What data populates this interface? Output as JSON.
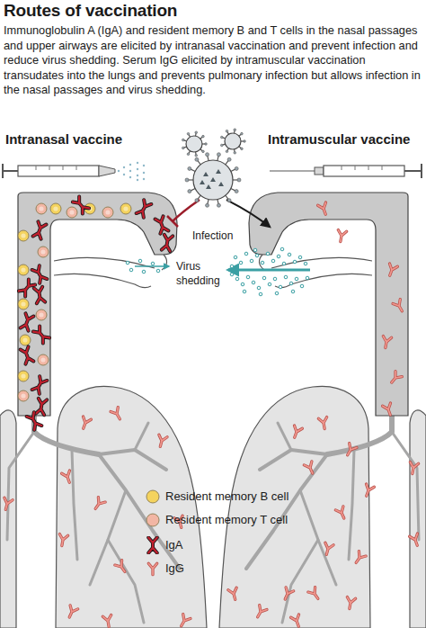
{
  "diagram": {
    "title": "Routes of vaccination",
    "caption": "Immunoglobulin A (IgA) and resident memory B and T cells in the nasal passages and upper airways are elicited by intranasal vaccination and prevent infection and reduce virus shedding. Serum IgG elicited by intramuscular vaccination transudates into the lungs and prevents pulmonary infection but allows infection in the nasal passages and virus shedding.",
    "labels": [
      "Intranasal vaccine",
      "Intramuscular vaccine",
      "Infection",
      "Virus shedding"
    ],
    "legend": [
      {
        "text": "Resident memory B cell",
        "color": "#f4d35e"
      },
      {
        "text": "Resident memory T cell",
        "color": "#f2b6a4"
      },
      {
        "text": "IgA"
      },
      {
        "text": "IgG"
      }
    ]
  }
}
